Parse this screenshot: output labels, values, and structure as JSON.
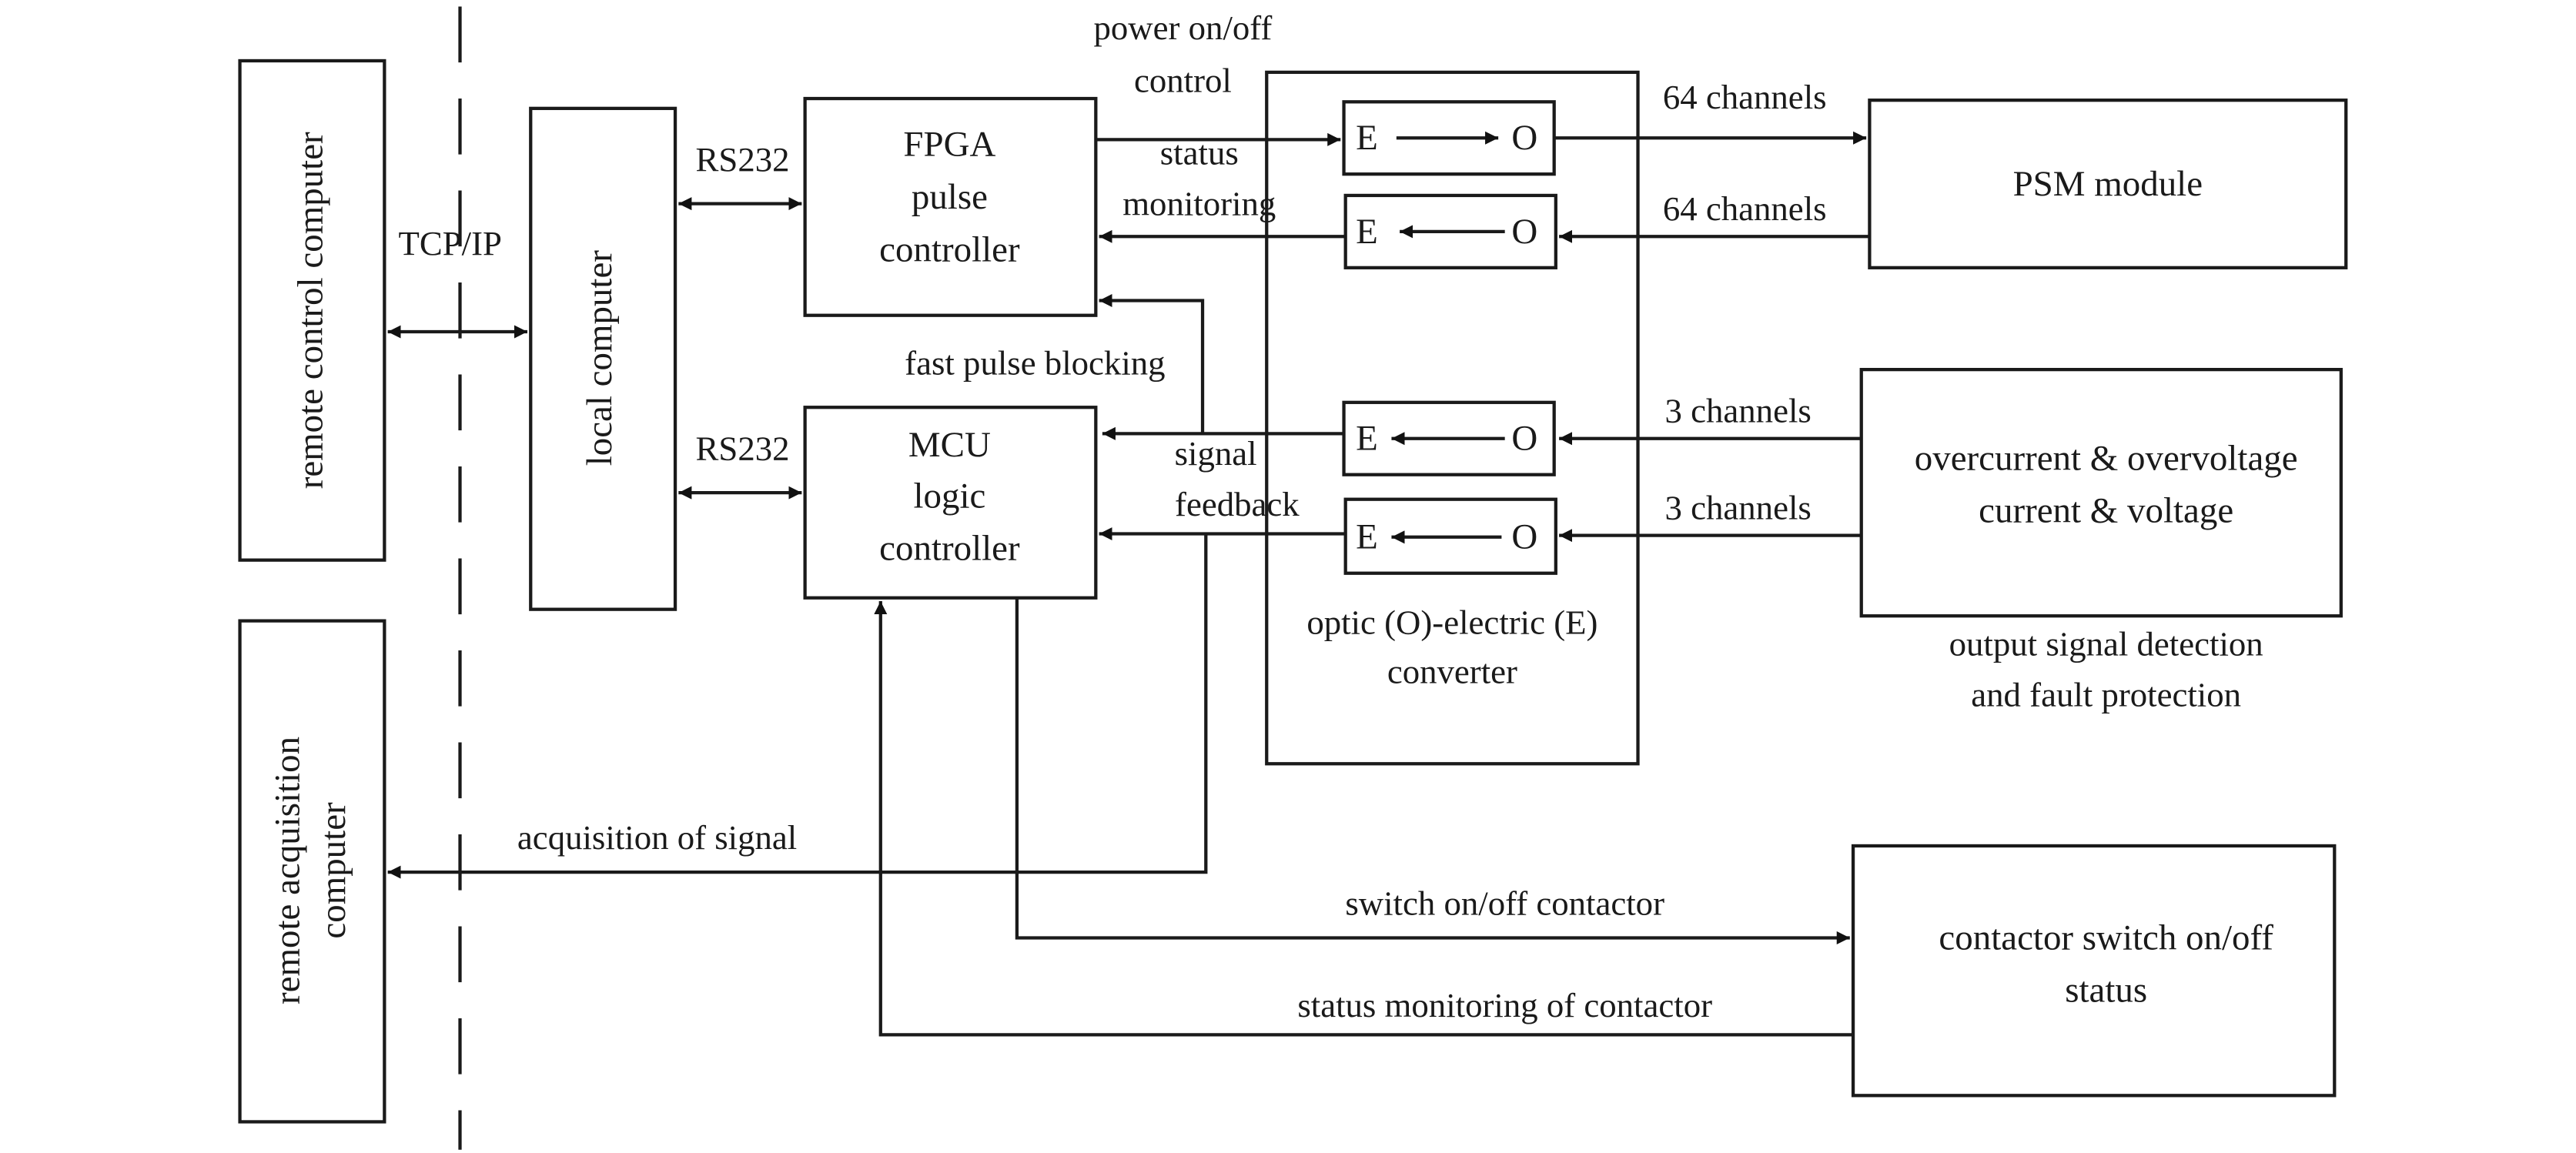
{
  "diagram": {
    "colors": {
      "line": "#1a1a1a",
      "background": "#ffffff"
    },
    "blocks": {
      "remote_control": "remote control computer",
      "remote_acquisition_line1": "remote acquisition",
      "remote_acquisition_line2": "computer",
      "local_computer": "local computer",
      "fpga": [
        "FPGA",
        "pulse",
        "controller"
      ],
      "mcu": [
        "MCU",
        "logic",
        "controller"
      ],
      "converter_caption": [
        "optic (O)-electric (E)",
        "converter"
      ],
      "psm": "PSM module",
      "detection": [
        "overcurrent & overvoltage",
        "current & voltage"
      ],
      "detection_caption": [
        "output signal detection",
        "and fault protection"
      ],
      "contactor": [
        "contactor switch on/off",
        "status"
      ]
    },
    "eo_units": [
      {
        "left": "E",
        "right": "O",
        "direction": "E-to-O"
      },
      {
        "left": "E",
        "right": "O",
        "direction": "O-to-E"
      },
      {
        "left": "E",
        "right": "O",
        "direction": "O-to-E"
      },
      {
        "left": "E",
        "right": "O",
        "direction": "O-to-E"
      }
    ],
    "labels": {
      "tcpip": "TCP/IP",
      "rs232_top": "RS232",
      "rs232_bottom": "RS232",
      "power_line1": "power on/off",
      "power_line2": "control",
      "status_line1": "status",
      "status_line2": "monitoring",
      "fast_pulse": "fast pulse blocking",
      "signal_line1": "signal",
      "signal_line2": "feedback",
      "ch64_top": "64 channels",
      "ch64_bottom": "64 channels",
      "ch3_top": "3 channels",
      "ch3_bottom": "3 channels",
      "acquisition": "acquisition of signal",
      "switch_contactor": "switch on/off contactor",
      "status_contactor": "status monitoring of contactor"
    }
  }
}
